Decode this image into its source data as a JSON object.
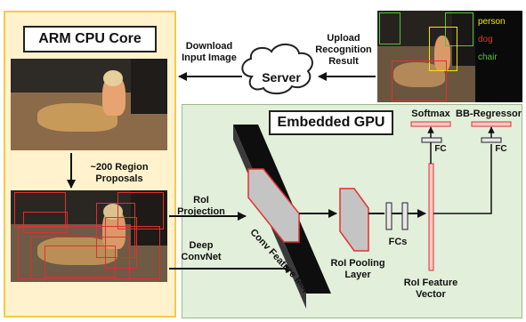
{
  "arm": {
    "title": "ARM CPU Core"
  },
  "gpu": {
    "title": "Embedded GPU"
  },
  "server": {
    "label": "Server"
  },
  "arrows": {
    "download": [
      "Download",
      "Input Image"
    ],
    "upload": [
      "Upload",
      "Recognition",
      "Result"
    ],
    "proposals": [
      "~200 Region",
      "Proposals"
    ],
    "roi_projection": [
      "RoI",
      "Projection"
    ],
    "deep_convnet": [
      "Deep",
      "ConvNet"
    ]
  },
  "network": {
    "conv_feature_map": "Conv Feature Map",
    "roi_pooling": [
      "RoI Pooling",
      "Layer"
    ],
    "fcs": "FCs",
    "roi_feature_vector": [
      "RoI Feature",
      "Vector"
    ],
    "softmax": "Softmax",
    "bb_regressor": "BB-Regressor",
    "fc_left": "FC",
    "fc_right": "FC"
  },
  "legend": [
    {
      "label": "person",
      "color": "#f2e600"
    },
    {
      "label": "dog",
      "color": "#e53030"
    },
    {
      "label": "chair",
      "color": "#58c23a"
    }
  ],
  "colors": {
    "arm_panel": "#fff2cc",
    "gpu_panel": "#e2efda",
    "layer_red": "#e53030",
    "layer_fill": "#f6c9c9"
  }
}
